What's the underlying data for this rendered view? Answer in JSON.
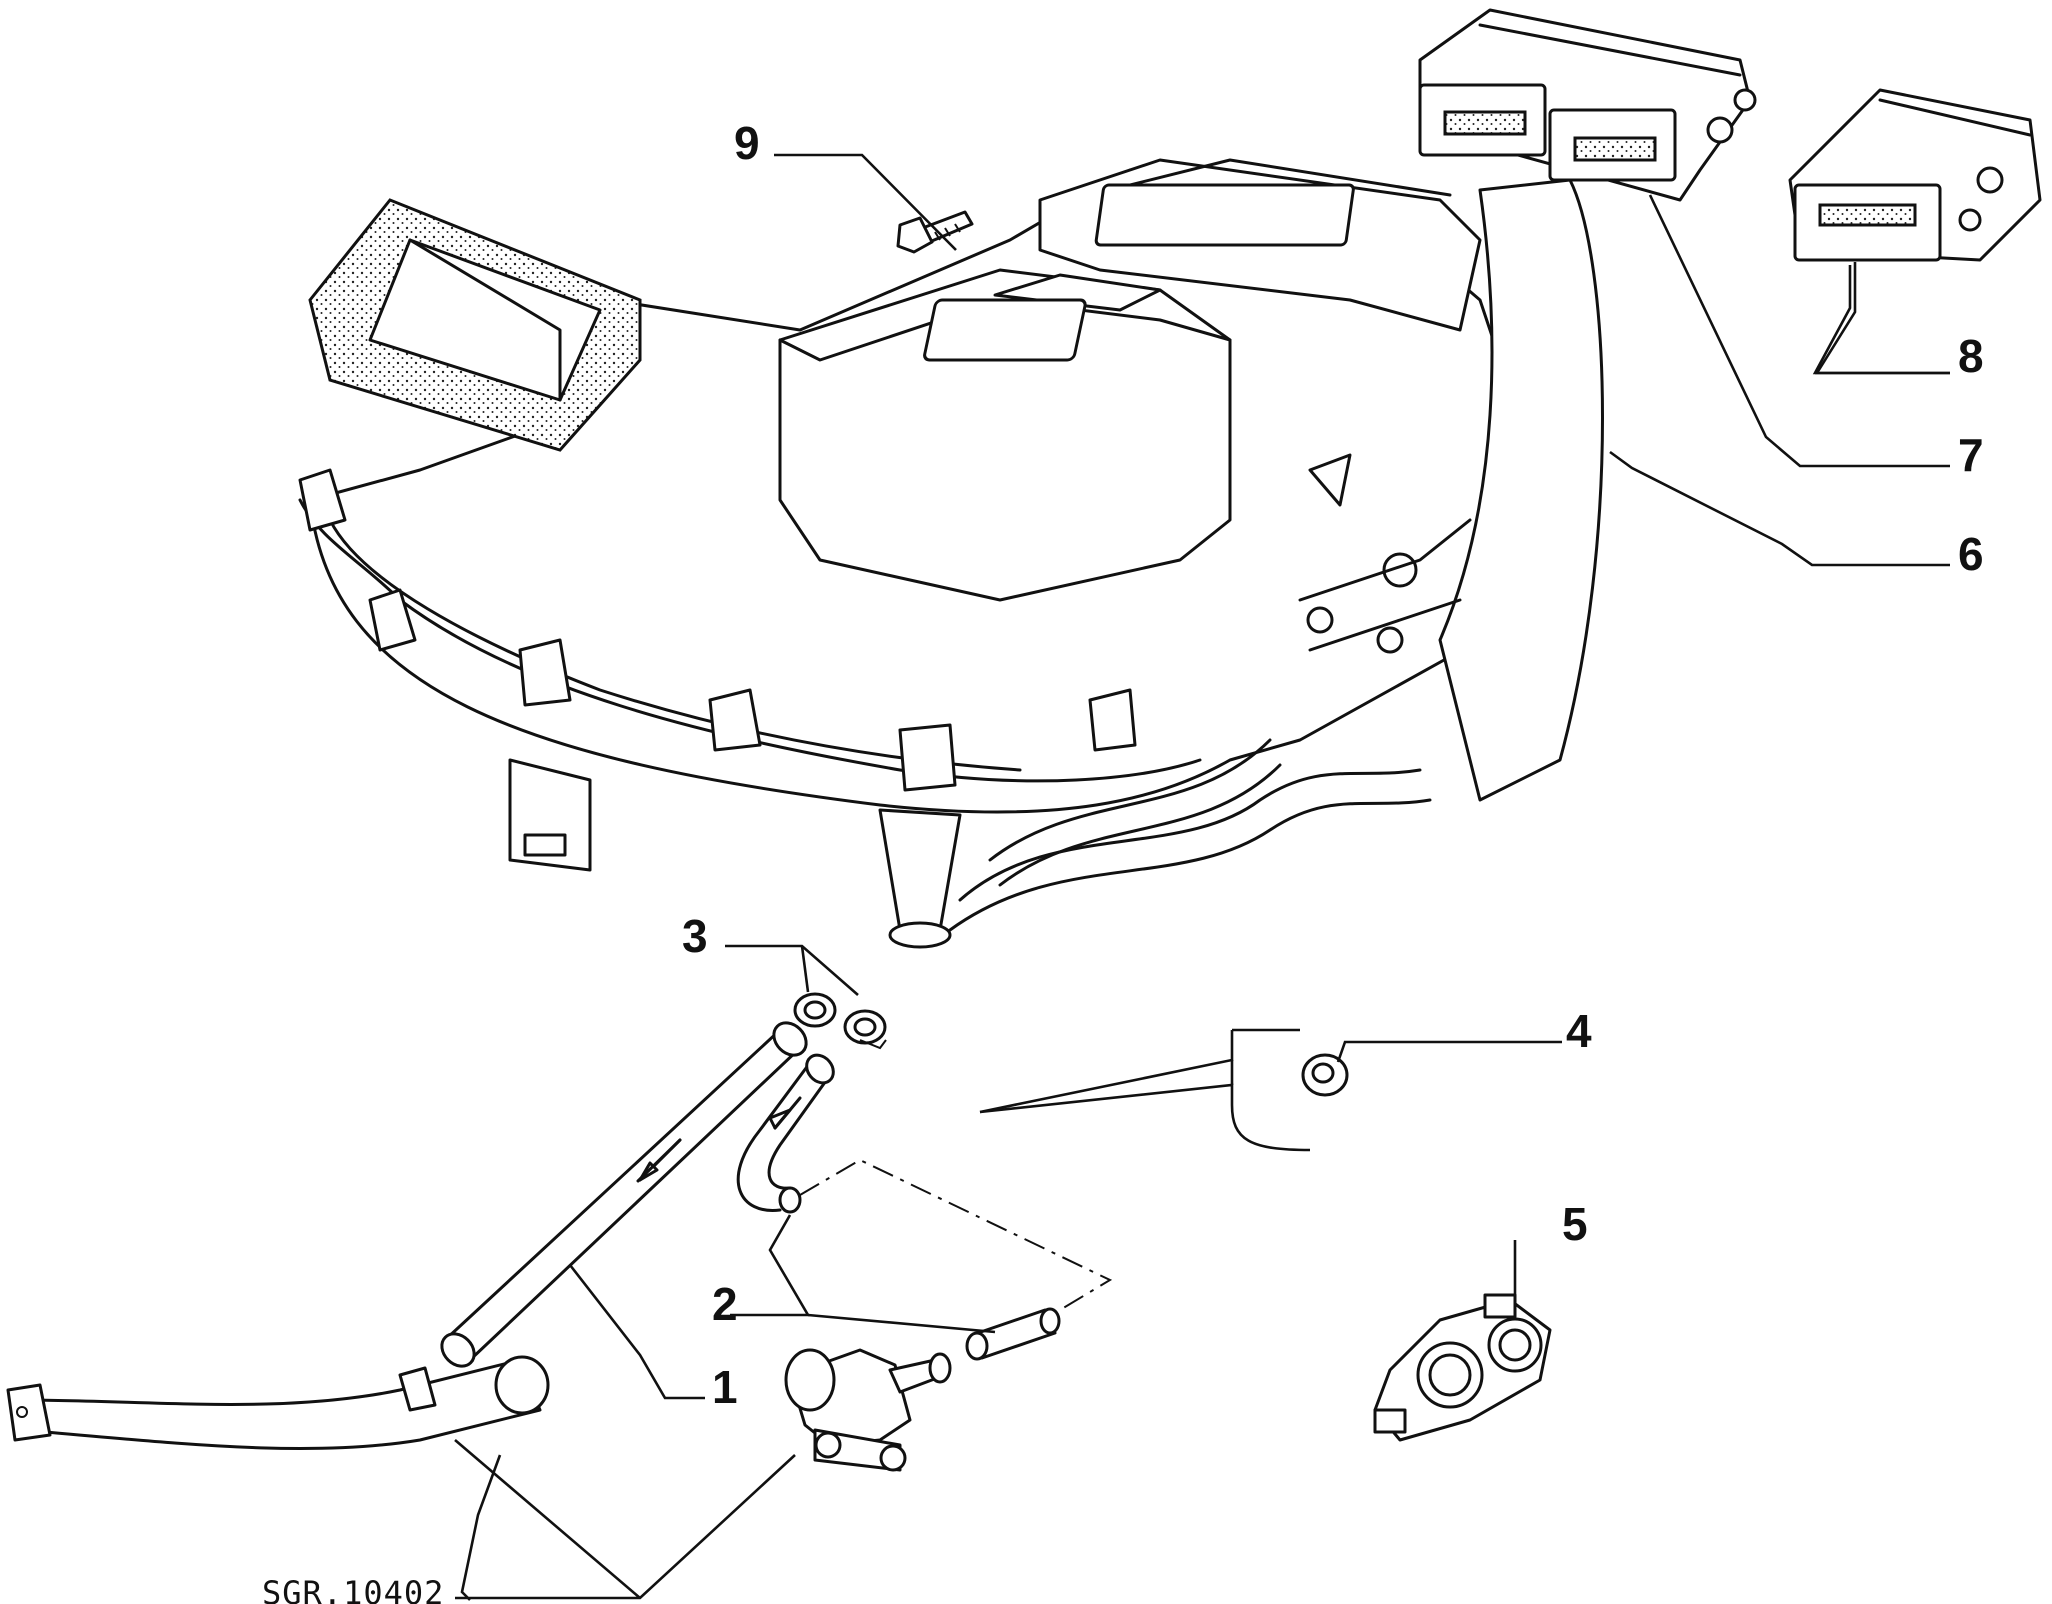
{
  "diagram": {
    "reference_code": "SGR.10402",
    "callouts": [
      "1",
      "2",
      "3",
      "4",
      "5",
      "6",
      "7",
      "8",
      "9"
    ]
  }
}
